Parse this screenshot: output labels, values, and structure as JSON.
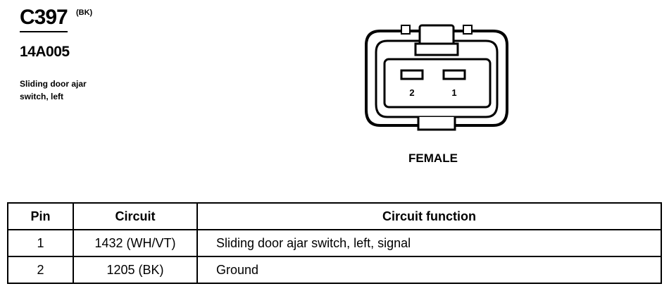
{
  "header": {
    "connector_id": "C397",
    "color_code": "(BK)",
    "part_number": "14A005",
    "description_line1": "Sliding door ajar",
    "description_line2": "switch, left"
  },
  "diagram": {
    "pin_labels": [
      "2",
      "1"
    ],
    "gender": "FEMALE"
  },
  "table": {
    "headers": {
      "pin": "Pin",
      "circuit": "Circuit",
      "function": "Circuit function"
    },
    "rows": [
      {
        "pin": "1",
        "circuit": "1432 (WH/VT)",
        "function": "Sliding door ajar switch, left, signal"
      },
      {
        "pin": "2",
        "circuit": "1205 (BK)",
        "function": "Ground"
      }
    ]
  }
}
